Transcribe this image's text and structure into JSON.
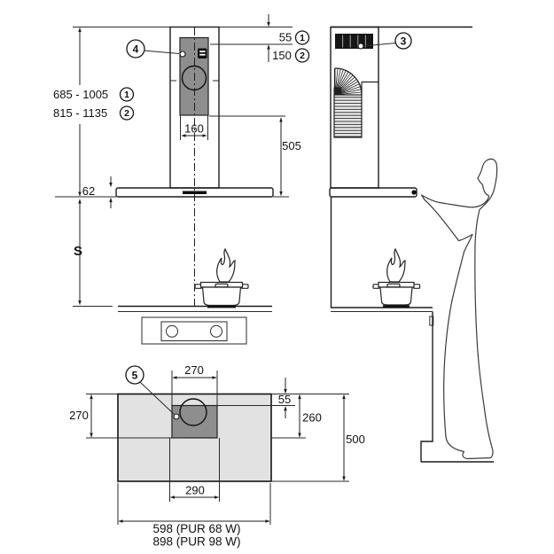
{
  "labels": {
    "front": {
      "height_range_1": "685 - 1005",
      "height_range_2": "815 - 1135",
      "variant_1": "1",
      "variant_2": "2",
      "offset_1": "55",
      "offset_2": "150",
      "duct_width": "160",
      "canopy_height": "62",
      "mounting_distance": "S",
      "callout_connection": "4"
    },
    "side": {
      "callout_vent": "3",
      "vertical_drop": "505"
    },
    "plan": {
      "callout_duct": "5",
      "top_width": "270",
      "left_depth": "270",
      "back_offset": "55",
      "front_depth": "260",
      "total_depth": "500",
      "cutout_width": "290",
      "width_model_a": "598 (PUR 68 W)",
      "width_model_b": "898 (PUR 98 W)"
    }
  },
  "colors": {
    "panel_light": "#e2e2e2",
    "panel_dark": "#8e8e8e",
    "vent_dark": "#161616",
    "line": "#1a1a1a"
  }
}
